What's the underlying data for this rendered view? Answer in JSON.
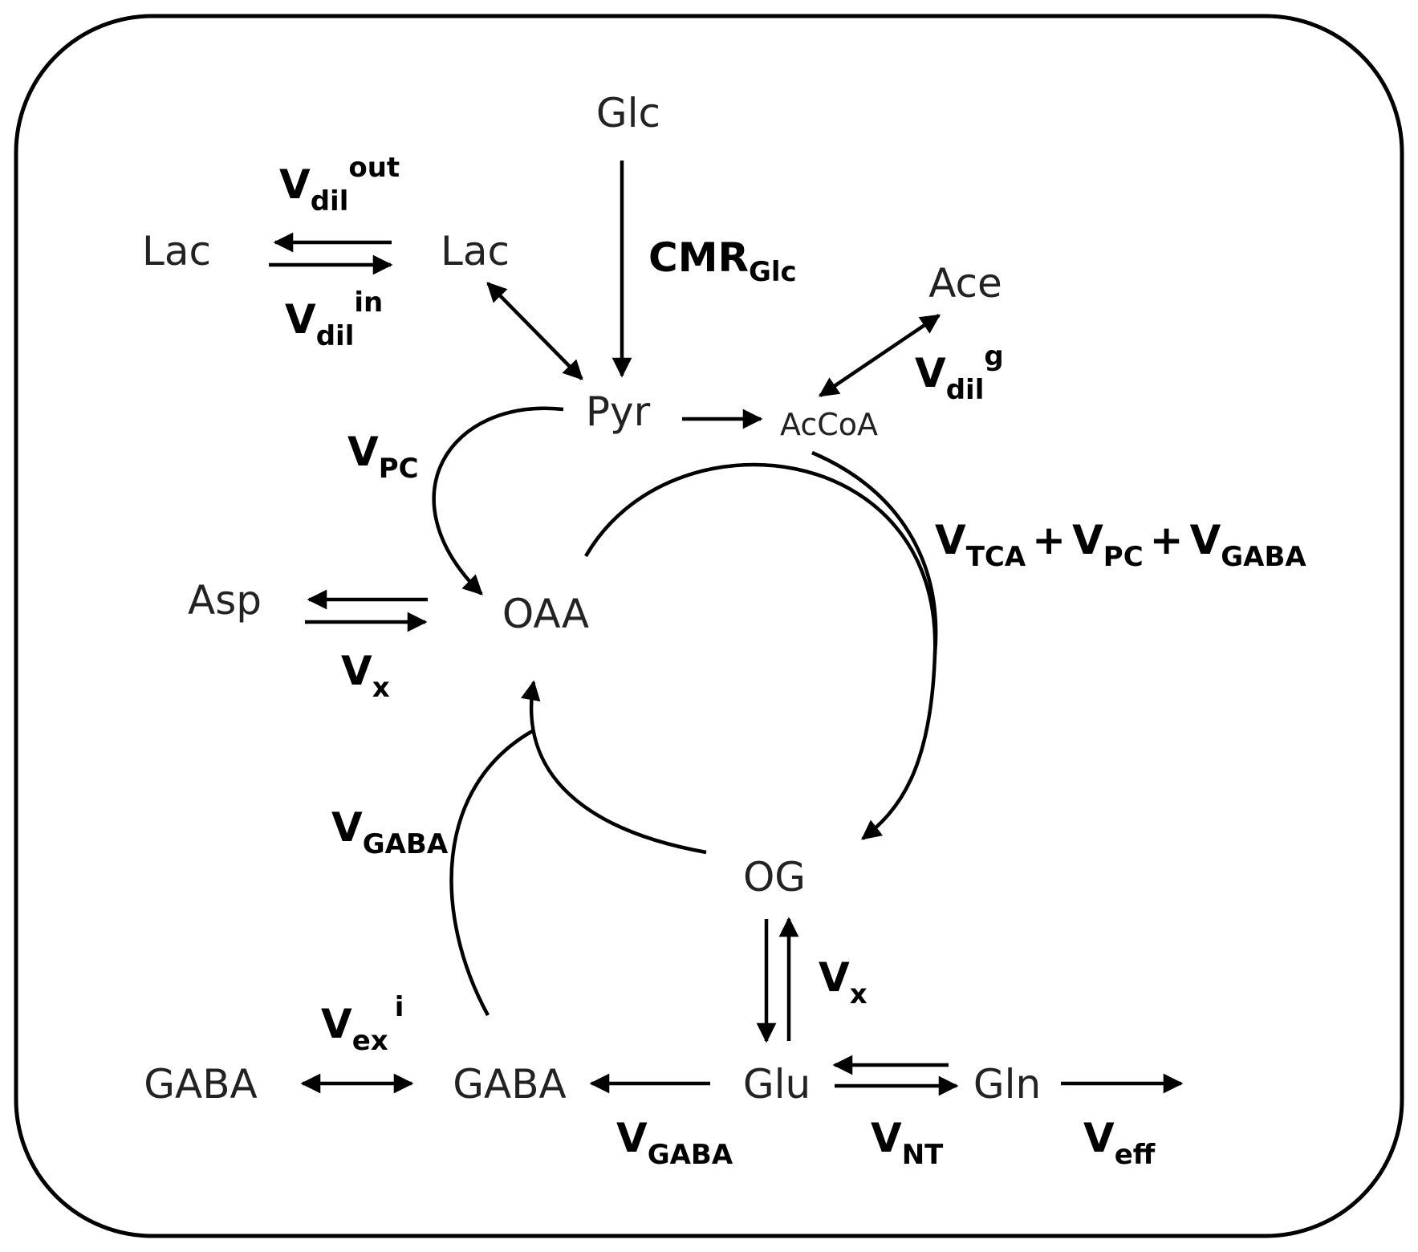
{
  "nodes": {
    "glc": "Glc",
    "lac_ext": "Lac",
    "lac": "Lac",
    "ace": "Ace",
    "pyr": "Pyr",
    "accoa": "AcCoA",
    "asp": "Asp",
    "oaa": "OAA",
    "og": "OG",
    "gaba_ext": "GABA",
    "gaba": "GABA",
    "glu": "Glu",
    "gln": "Gln"
  },
  "fluxes": {
    "v_dil_out": {
      "main": "V",
      "sub": "dil",
      "sup": "out"
    },
    "v_dil_in": {
      "main": "V",
      "sub": "dil",
      "sup": "in"
    },
    "cmr_glc": {
      "main": "CMR",
      "sub": "Glc"
    },
    "v_dil_g": {
      "main": "V",
      "sub": "dil",
      "sup": "g"
    },
    "v_pc": {
      "main": "V",
      "sub": "PC"
    },
    "v_tca_sum": {
      "t1": {
        "main": "V",
        "sub": "TCA"
      },
      "plus1": "+",
      "t2": {
        "main": "V",
        "sub": "PC"
      },
      "plus2": "+",
      "t3": {
        "main": "V",
        "sub": "GABA"
      }
    },
    "v_x_asp": {
      "main": "V",
      "sub": "x"
    },
    "v_gaba_oaa": {
      "main": "V",
      "sub": "GABA"
    },
    "v_x_og": {
      "main": "V",
      "sub": "x"
    },
    "v_ex_i": {
      "main": "V",
      "sub": "ex",
      "sup": "i"
    },
    "v_gaba_glu": {
      "main": "V",
      "sub": "GABA"
    },
    "v_nt": {
      "main": "V",
      "sub": "NT"
    },
    "v_eff": {
      "main": "V",
      "sub": "eff"
    }
  }
}
